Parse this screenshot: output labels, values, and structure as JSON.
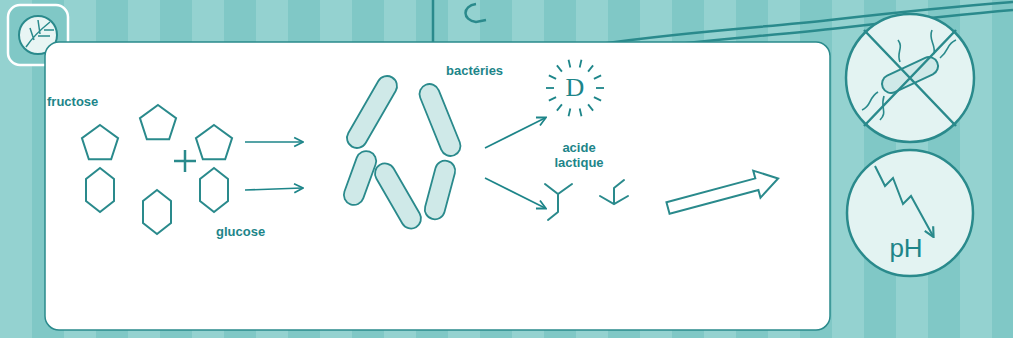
{
  "diagram": {
    "nodes": [
      {
        "text": [
          "pH"
        ]
      }
    ],
    "labels": [
      "fructose",
      "glucose",
      "bactéries",
      "D",
      "acide lactique"
    ]
  }
}
